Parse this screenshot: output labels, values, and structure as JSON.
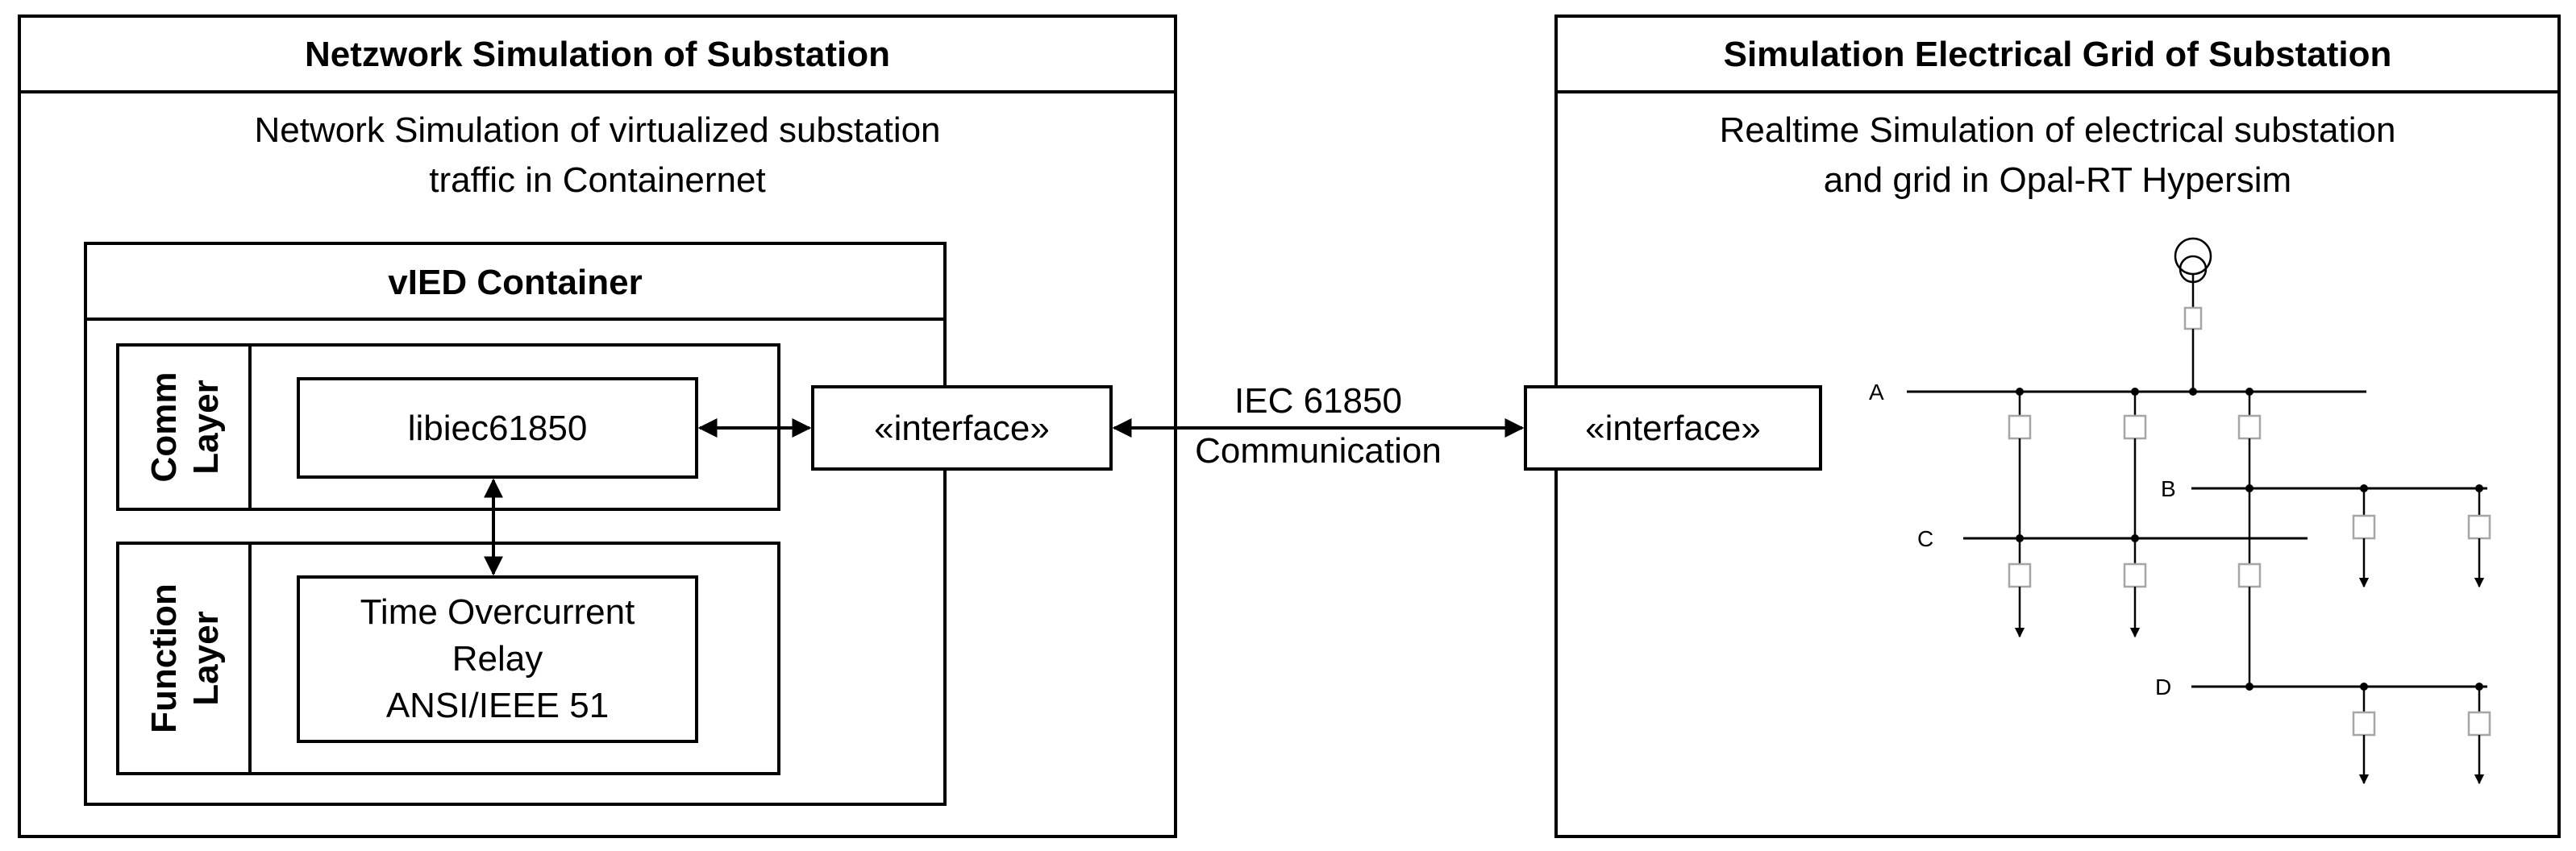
{
  "left_panel": {
    "title": "Netzwork Simulation of Substation",
    "description_line1": "Network Simulation of virtualized substation",
    "description_line2": "traffic in Containernet"
  },
  "container": {
    "title": "vIED Container",
    "comm_layer_line1": "Comm",
    "comm_layer_line2": "Layer",
    "function_layer_line1": "Function",
    "function_layer_line2": "Layer",
    "library": "libiec61850",
    "relay_line1": "Time Overcurrent",
    "relay_line2": "Relay",
    "relay_line3": "ANSI/IEEE 51"
  },
  "left_interface": "«interface»",
  "link": {
    "label_line1": "IEC 61850",
    "label_line2": "Communication"
  },
  "right_panel": {
    "title": "Simulation Electrical Grid of Substation",
    "description_line1": "Realtime Simulation of electrical substation",
    "description_line2": "and grid in Opal-RT Hypersim"
  },
  "right_interface": "«interface»",
  "grid": {
    "bus_a": "A",
    "bus_b": "B",
    "bus_c": "C",
    "bus_d": "D"
  }
}
